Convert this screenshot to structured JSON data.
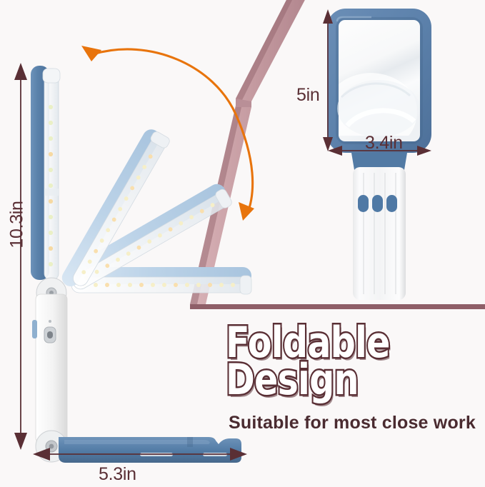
{
  "page": {
    "background_color": "#faf8f8",
    "type": "product-infographic",
    "product": "Foldable LED magnifying lamp"
  },
  "palette": {
    "background": "#faf8f8",
    "dim_text": "#5a2f35",
    "dim_arrow": "#5a2f35",
    "headline_stroke": "#5a2f35",
    "headline_fill": "#ffffff",
    "subtitle": "#4a2b30",
    "frame_band": "#c49aa0",
    "frame_band_dark": "#8f5f68",
    "motion_arrow": "#e8740c",
    "lamp_blue": "#5b82ab",
    "lamp_blue_light": "#bcd3e8",
    "lamp_body_white": "#f4f4f4",
    "lens_frame_blue": "#5c81ab",
    "handle_white": "#f2f2f2",
    "led_warm": "#f7d9a0",
    "led_cool": "#f5f7d9"
  },
  "dimensions": {
    "lamp_height": "10.3in",
    "lamp_base_width": "5.3in",
    "lens_height": "5in",
    "lens_width": "3.4in"
  },
  "headline": {
    "line1": "Foldable",
    "line2": "Design"
  },
  "subtitle": "Suitable for most close work",
  "annotations": {
    "motion_arrow": "double-headed curved orange arrow showing folding rotation",
    "height_arrow": "vertical double-headed dimension arrow at left edge",
    "width_arrow": "horizontal double-headed dimension arrow under the base",
    "lens_height_arrow": "vertical double-headed dimension arrow left of the lens",
    "lens_width_arrow": "horizontal double-headed dimension arrow under the lens"
  },
  "magnifier": {
    "lens_label": "rectangular magnifying lens",
    "handle_label": "ribbed white handle",
    "button_count": 3
  },
  "lamp": {
    "arm_positions": 4,
    "port": "usb-c-port",
    "switch": "power-switch",
    "base": "blue folding base foot"
  }
}
